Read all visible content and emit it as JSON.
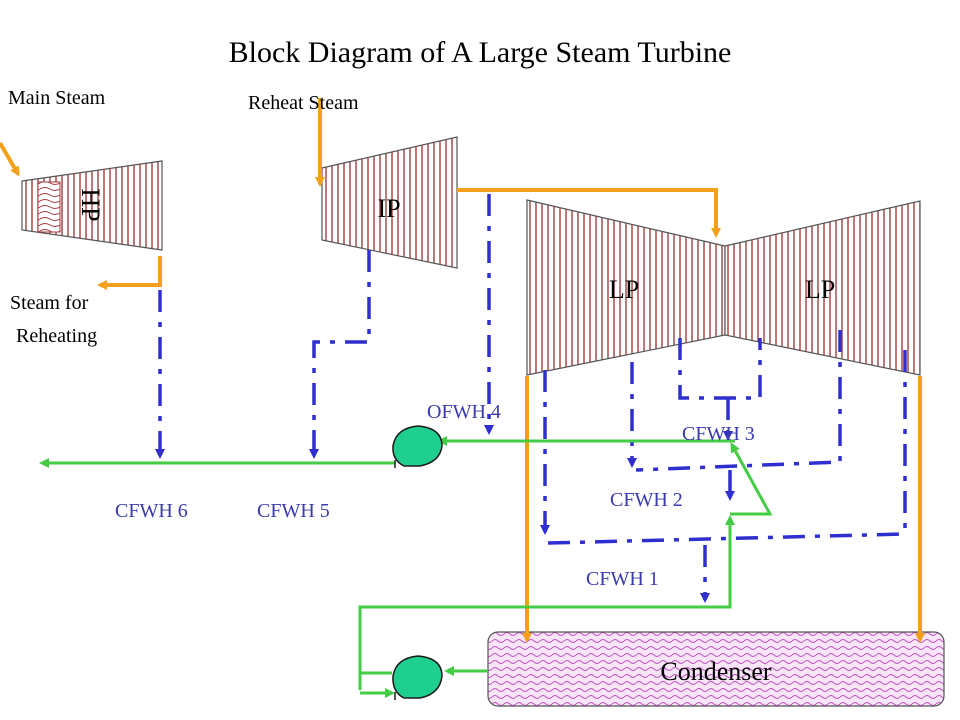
{
  "title": "Block Diagram of A Large Steam Turbine",
  "labels": {
    "main_steam": "Main Steam",
    "reheat_steam": "Reheat Steam",
    "steam_for": "Steam for",
    "reheating": "Reheating",
    "hp": "HP",
    "ip": "IP",
    "lp_left": "LP",
    "lp_right": "LP",
    "ofwh4": "OFWH 4",
    "cfwh3": "CFWH 3",
    "cfwh2": "CFWH 2",
    "cfwh1": "CFWH 1",
    "cfwh6": "CFWH 6",
    "cfwh5": "CFWH 5",
    "condenser": "Condenser"
  },
  "colors": {
    "steam": "#f5a01a",
    "bleed": "#2f2fd0",
    "feedwater": "#44cc44",
    "turbine_hatch": "#a04040",
    "pump": "#1fcf8f",
    "condenser_fill": "#f3d8f3",
    "heater_label": "#3a3ab0"
  }
}
